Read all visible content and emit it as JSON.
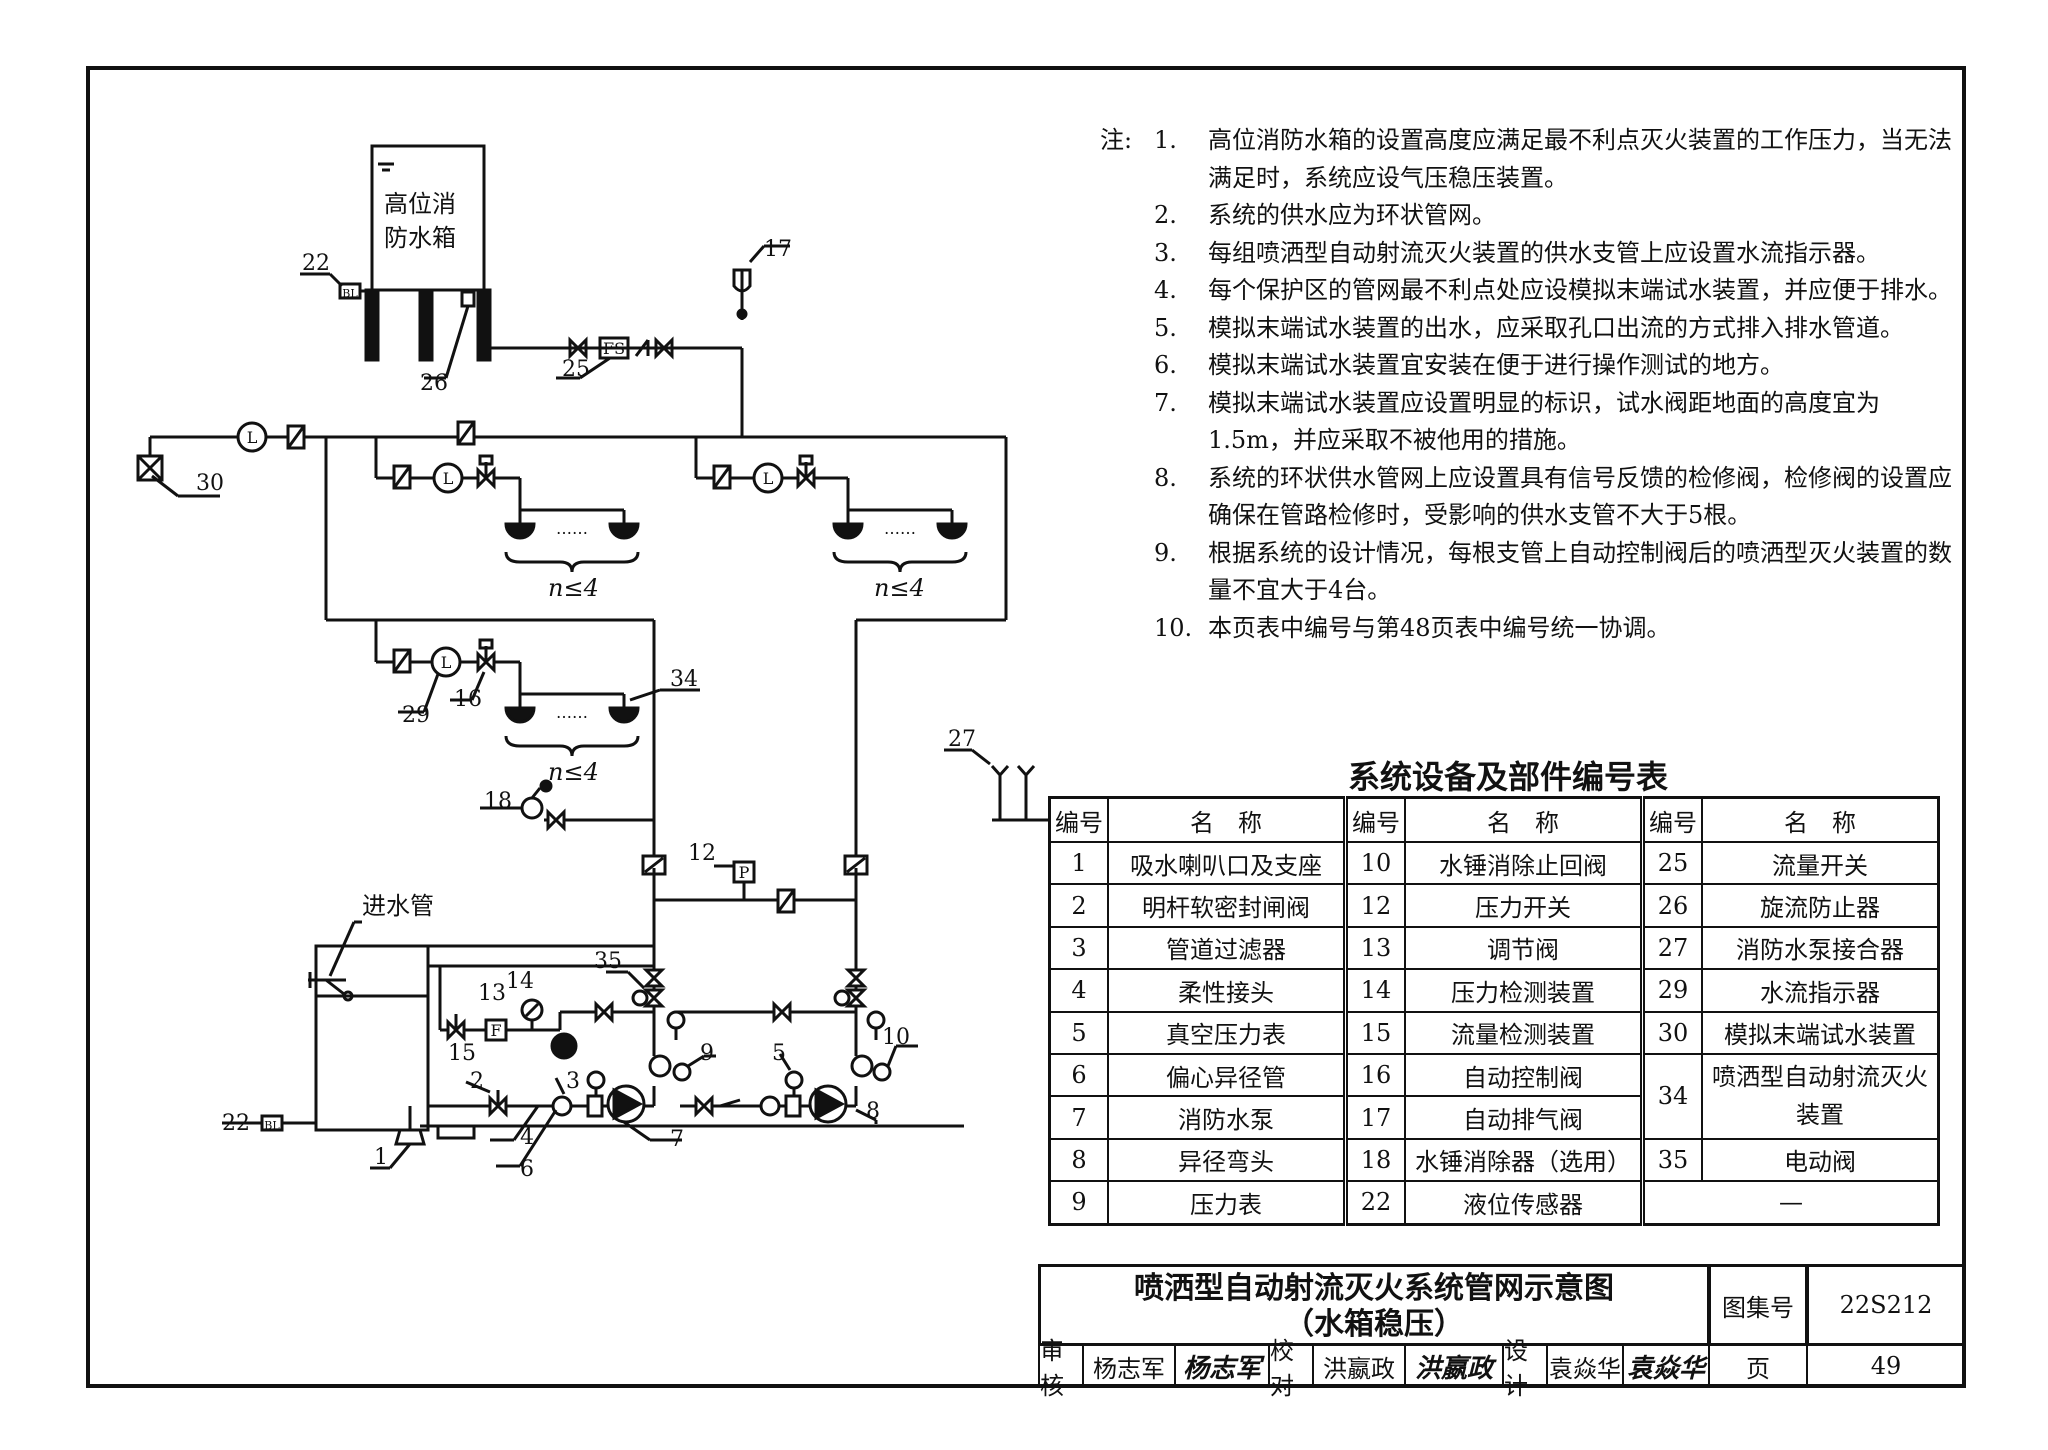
{
  "diagram": {
    "tank_label_1": "高位消",
    "tank_label_2": "防水箱",
    "inlet_label": "进水管",
    "n_label": "n≤4",
    "fs": "FS",
    "fl": "L",
    "bl": "BL",
    "p": "P",
    "f": "F",
    "dots": "……",
    "callouts": {
      "c1": "1",
      "c2": "2",
      "c3": "3",
      "c4": "4",
      "c5": "5",
      "c6": "6",
      "c7": "7",
      "c8": "8",
      "c9": "9",
      "c10": "10",
      "c12": "12",
      "c13": "13",
      "c14": "14",
      "c15": "15",
      "c16": "16",
      "c17": "17",
      "c18": "18",
      "c22a": "22",
      "c22b": "22",
      "c25": "25",
      "c26": "26",
      "c27": "27",
      "c29": "29",
      "c30": "30",
      "c34": "34",
      "c35": "35"
    }
  },
  "notes": {
    "lead": "注:",
    "items": [
      {
        "num": "1.",
        "text": "高位消防水箱的设置高度应满足最不利点灭火装置的工作压力，当无法满足时，系统应设气压稳压装置。"
      },
      {
        "num": "2.",
        "text": "系统的供水应为环状管网。"
      },
      {
        "num": "3.",
        "text": "每组喷洒型自动射流灭火装置的供水支管上应设置水流指示器。"
      },
      {
        "num": "4.",
        "text": "每个保护区的管网最不利点处应设模拟末端试水装置，并应便于排水。"
      },
      {
        "num": "5.",
        "text": "模拟末端试水装置的出水，应采取孔口出流的方式排入排水管道。"
      },
      {
        "num": "6.",
        "text": "模拟末端试水装置宜安装在便于进行操作测试的地方。"
      },
      {
        "num": "7.",
        "text": "模拟末端试水装置应设置明显的标识，试水阀距地面的高度宜为1.5m，并应采取不被他用的措施。"
      },
      {
        "num": "8.",
        "text": "系统的环状供水管网上应设置具有信号反馈的检修阀，检修阀的设置应确保在管路检修时，受影响的供水支管不大于5根。"
      },
      {
        "num": "9.",
        "text": "根据系统的设计情况，每根支管上自动控制阀后的喷洒型灭火装置的数量不宜大于4台。"
      },
      {
        "num": "10.",
        "text": "本页表中编号与第48页表中编号统一协调。"
      }
    ]
  },
  "table": {
    "title": "系统设备及部件编号表",
    "header": [
      "编号",
      "名　称",
      "编号",
      "名　称",
      "编号",
      "名　称"
    ],
    "rows": [
      [
        "1",
        "吸水喇叭口及支座",
        "10",
        "水锤消除止回阀",
        "25",
        "流量开关"
      ],
      [
        "2",
        "明杆软密封闸阀",
        "12",
        "压力开关",
        "26",
        "旋流防止器"
      ],
      [
        "3",
        "管道过滤器",
        "13",
        "调节阀",
        "27",
        "消防水泵接合器"
      ],
      [
        "4",
        "柔性接头",
        "14",
        "压力检测装置",
        "29",
        "水流指示器"
      ],
      [
        "5",
        "真空压力表",
        "15",
        "流量检测装置",
        "30",
        "模拟末端试水装置"
      ],
      [
        "6",
        "偏心异径管",
        "16",
        "自动控制阀",
        "34",
        "喷洒型自动射流灭火装置"
      ],
      [
        "7",
        "消防水泵",
        "17",
        "自动排气阀"
      ],
      [
        "8",
        "异径弯头",
        "18",
        "水锤消除器（选用）",
        "35",
        "电动阀"
      ],
      [
        "9",
        "压力表",
        "22",
        "液位传感器",
        "—"
      ]
    ]
  },
  "titleblock": {
    "title_1": "喷洒型自动射流灭火系统管网示意图",
    "title_2": "（水箱稳压）",
    "atlas_label": "图集号",
    "atlas_no": "22S212",
    "review_label": "审核",
    "review_name": "杨志军",
    "review_sig": "杨志军",
    "check_label": "校对",
    "check_name": "洪嬴政",
    "check_sig": "洪嬴政",
    "design_label": "设计",
    "design_name": "袁焱华",
    "design_sig": "袁焱华",
    "page_label": "页",
    "page_no": "49"
  }
}
